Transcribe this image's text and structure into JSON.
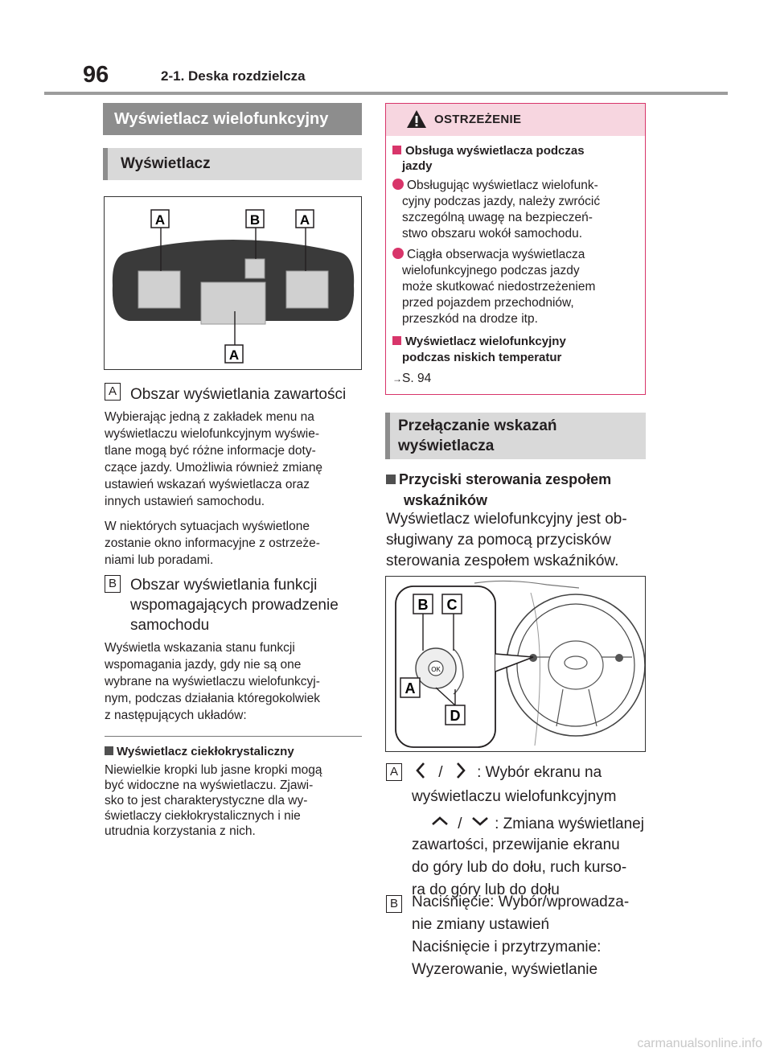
{
  "header": {
    "page_number": "96",
    "section": "2-1. Deska rozdzielcza"
  },
  "left": {
    "banner_main": "Wyświetlacz wielofunkcyjny",
    "banner_sub": "Wyświetlacz",
    "figure_labels": [
      "A",
      "B",
      "A",
      "A"
    ],
    "item_a": {
      "badge": "A",
      "title": "Obszar wyświetlania zawartości",
      "paragraphs": [
        [
          "Wybierając jedną z zakładek menu na",
          "wyświetlaczu wielofunkcyjnym wyświe-",
          "tlane mogą być różne informacje doty-",
          "czące jazdy. Umożliwia również zmianę",
          "ustawień wskazań wyświetlacza oraz",
          "innych ustawień samochodu."
        ],
        [
          "W niektórych sytuacjach wyświetlone",
          "zostanie okno informacyjne z ostrzeże-",
          "niami lub poradami."
        ]
      ]
    },
    "item_b": {
      "badge": "B",
      "title_lines": [
        "Obszar wyświetlania funkcji",
        "wspomagających prowadzenie",
        "samochodu"
      ],
      "lines": [
        "Wyświetla wskazania stanu funkcji",
        "wspomagania jazdy, gdy nie są one",
        "wybrane na wyświetlaczu wielofunkcyj-",
        "nym, podczas działania któregokolwiek",
        "z następujących układów:"
      ]
    },
    "lcd": {
      "heading": "Wyświetlacz ciekłokrystaliczny",
      "lines": [
        "Niewielkie kropki lub jasne kropki mogą",
        "być widoczne na wyświetlaczu. Zjawi-",
        "sko to jest charakterystyczne dla wy-",
        "świetlaczy ciekłokrystalicznych i nie",
        "utrudnia korzystania z nich."
      ]
    }
  },
  "warning": {
    "title": "OSTRZEŻENIE",
    "sub1_lines": [
      "Obsługa wyświetlacza podczas",
      "jazdy"
    ],
    "bullet1_lines": [
      "Obsługując wyświetlacz wielofunk-",
      "cyjny podczas jazdy, należy zwrócić",
      "szczególną uwagę na bezpieczeń-",
      "stwo obszaru wokół samochodu."
    ],
    "bullet2_lines": [
      "Ciągła obserwacja wyświetlacza",
      "wielofunkcyjnego podczas jazdy",
      "może skutkować niedostrzeżeniem",
      "przed pojazdem przechodniów,",
      "przeszkód na drodze itp."
    ],
    "sub2_lines": [
      "Wyświetlacz wielofunkcyjny",
      "podczas niskich temperatur"
    ],
    "ref": "S. 94"
  },
  "right": {
    "banner_lines": [
      "Przełączanie wskazań",
      "wyświetlacza"
    ],
    "sub_lines": [
      "Przyciski sterowania zespołem",
      "wskaźników"
    ],
    "intro_lines": [
      "Wyświetlacz wielofunkcyjny jest ob-",
      "sługiwany za pomocą przycisków",
      "sterowania zespołem wskaźników."
    ],
    "figure_labels": [
      "B",
      "C",
      "A",
      "D"
    ],
    "item_a": {
      "badge": "A",
      "sep": "/",
      "line1": ": Wybór ekranu na",
      "line2": "wyświetlaczu wielofunkcyjnym",
      "line3": ": Zmiana wyświetlanej",
      "rest": [
        "zawartości, przewijanie ekranu",
        "do góry lub do dołu, ruch kurso-",
        "ra do góry lub do dołu"
      ]
    },
    "item_b": {
      "badge": "B",
      "lines": [
        "Naciśnięcie: Wybór/wprowadza-",
        "nie zmiany ustawień",
        "Naciśnięcie i przytrzymanie:",
        "Wyzerowanie, wyświetlanie"
      ]
    }
  },
  "footer": "carmanualsonline.info"
}
